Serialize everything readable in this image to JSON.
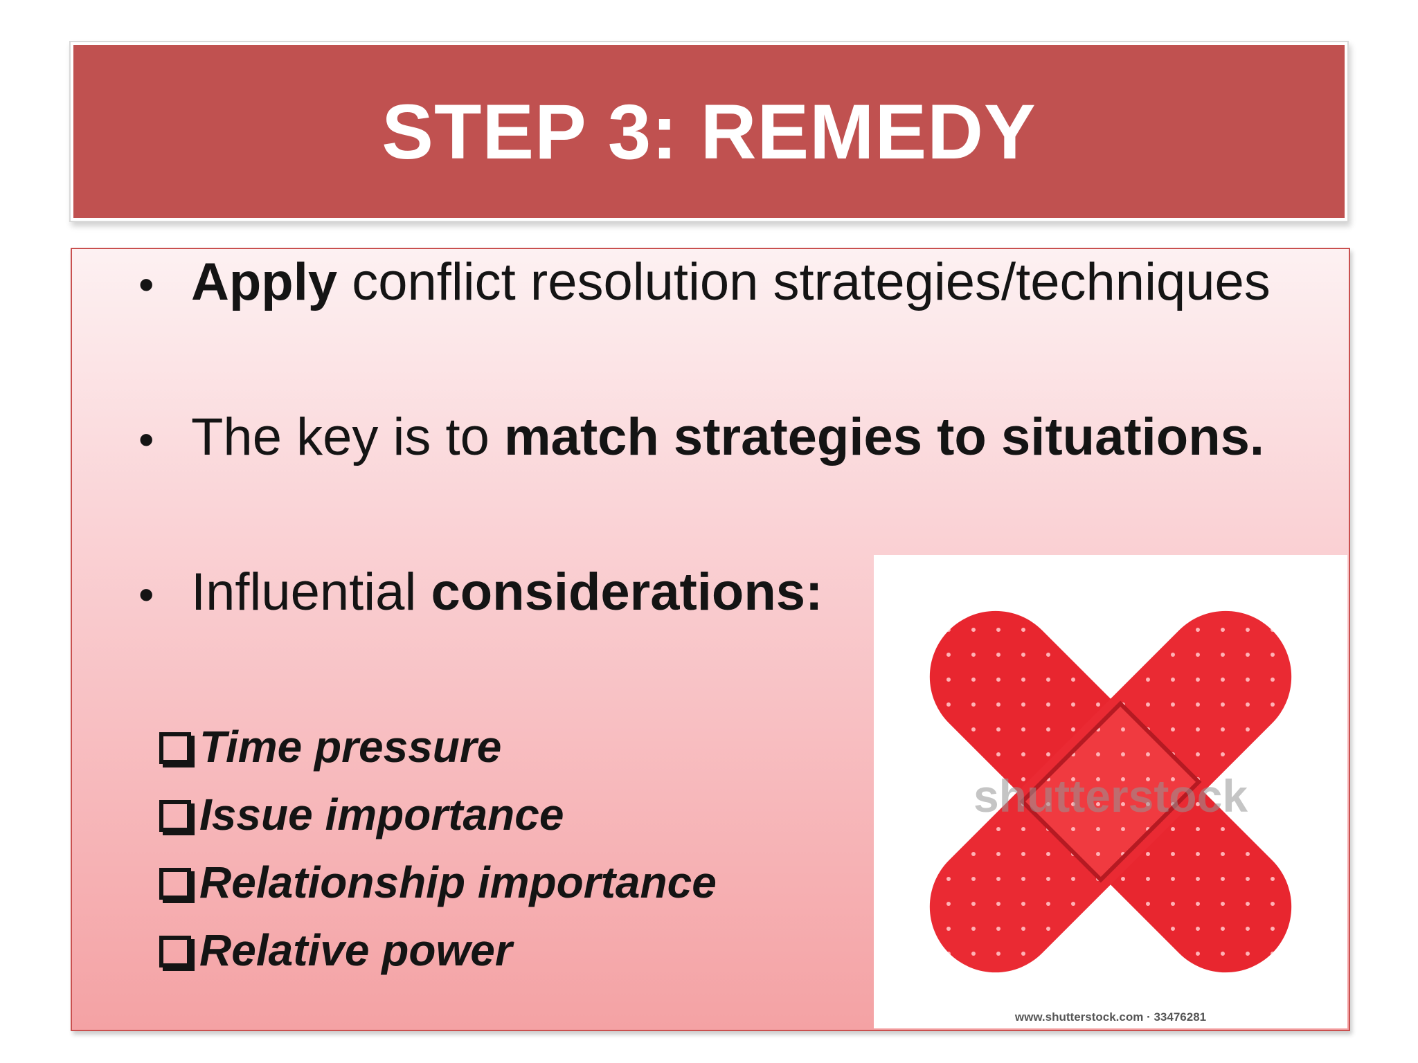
{
  "slide": {
    "title": "STEP 3: REMEDY",
    "bullets": [
      {
        "bold_prefix": "Apply",
        "text": " conflict resolution strategies/techniques",
        "bold_suffix": ""
      },
      {
        "bold_prefix": "",
        "text": "The key is to ",
        "bold_suffix": "match strategies to situations."
      },
      {
        "bold_prefix": "",
        "text": "Influential ",
        "bold_suffix": "considerations:"
      }
    ],
    "considerations": [
      "Time pressure",
      "Issue importance",
      "Relationship importance",
      "Relative power"
    ],
    "bullet_glyph": "•"
  },
  "image": {
    "icon": "crossed-bandages-icon",
    "watermark": "shutterstock",
    "caption": "www.shutterstock.com · 33476281"
  },
  "colors": {
    "title_bar": "#c05150",
    "bandage": "#e8262f",
    "content_gradient_top": "#fdf1f2",
    "content_gradient_bottom": "#f4a2a4"
  }
}
